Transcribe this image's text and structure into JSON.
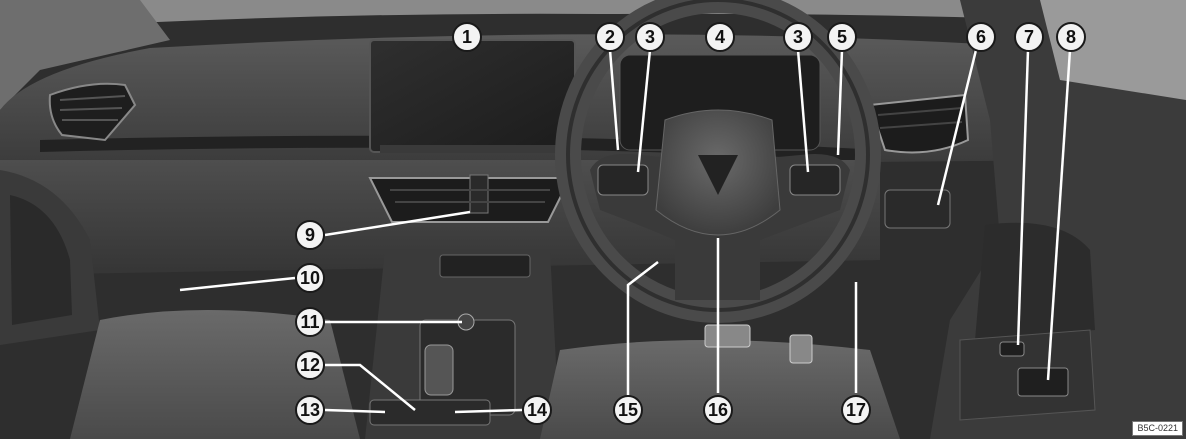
{
  "callouts": [
    {
      "label": "1"
    },
    {
      "label": "2"
    },
    {
      "label": "3"
    },
    {
      "label": "4"
    },
    {
      "label": "3"
    },
    {
      "label": "5"
    },
    {
      "label": "6"
    },
    {
      "label": "7"
    },
    {
      "label": "8"
    },
    {
      "label": "9"
    },
    {
      "label": "10"
    },
    {
      "label": "11"
    },
    {
      "label": "12"
    },
    {
      "label": "13"
    },
    {
      "label": "14"
    },
    {
      "label": "15"
    },
    {
      "label": "16"
    },
    {
      "label": "17"
    }
  ],
  "reference_code": "B5C-0221",
  "colors": {
    "callout_fill": "#f3f3f3",
    "callout_stroke": "#1a1a1a",
    "leader_line": "#ffffff",
    "dashboard": "#4a4a4a",
    "background": "#ffffff"
  }
}
